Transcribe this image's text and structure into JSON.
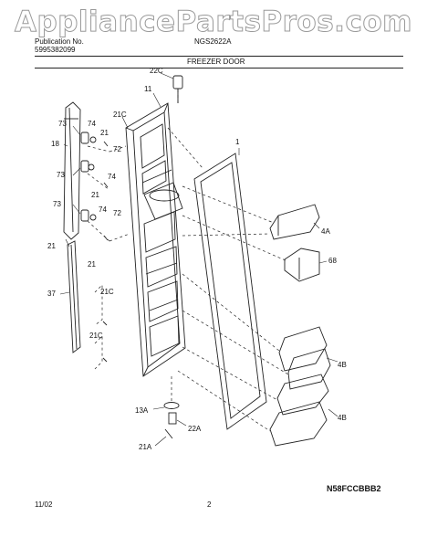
{
  "watermark": "AppliancePartsPros.com",
  "header": {
    "publication_label": "Publication No.",
    "publication_number": "5995382099",
    "model": "NGS2622A",
    "section_title": "FREEZER DOOR"
  },
  "footer": {
    "date": "11/02",
    "page": "2",
    "code": "N58FCCBBB2"
  },
  "callouts": {
    "c22c": "22C",
    "c11": "11",
    "c21c_top": "21C",
    "c73_a": "73",
    "c74_a": "74",
    "c21_a": "21",
    "c18": "18",
    "c72_a": "72",
    "c73_b": "73",
    "c74_b": "74",
    "c21_b": "21",
    "c73_c": "73",
    "c74_c": "74",
    "c72_b": "72",
    "c21_c": "21",
    "c21_d": "21",
    "c37": "37",
    "c21c_mid": "21C",
    "c21c_low": "21C",
    "c1": "1",
    "c4a": "4A",
    "c68": "68",
    "c4b_a": "4B",
    "c4b_b": "4B",
    "c13a": "13A",
    "c22a": "22A",
    "c21a": "21A"
  }
}
